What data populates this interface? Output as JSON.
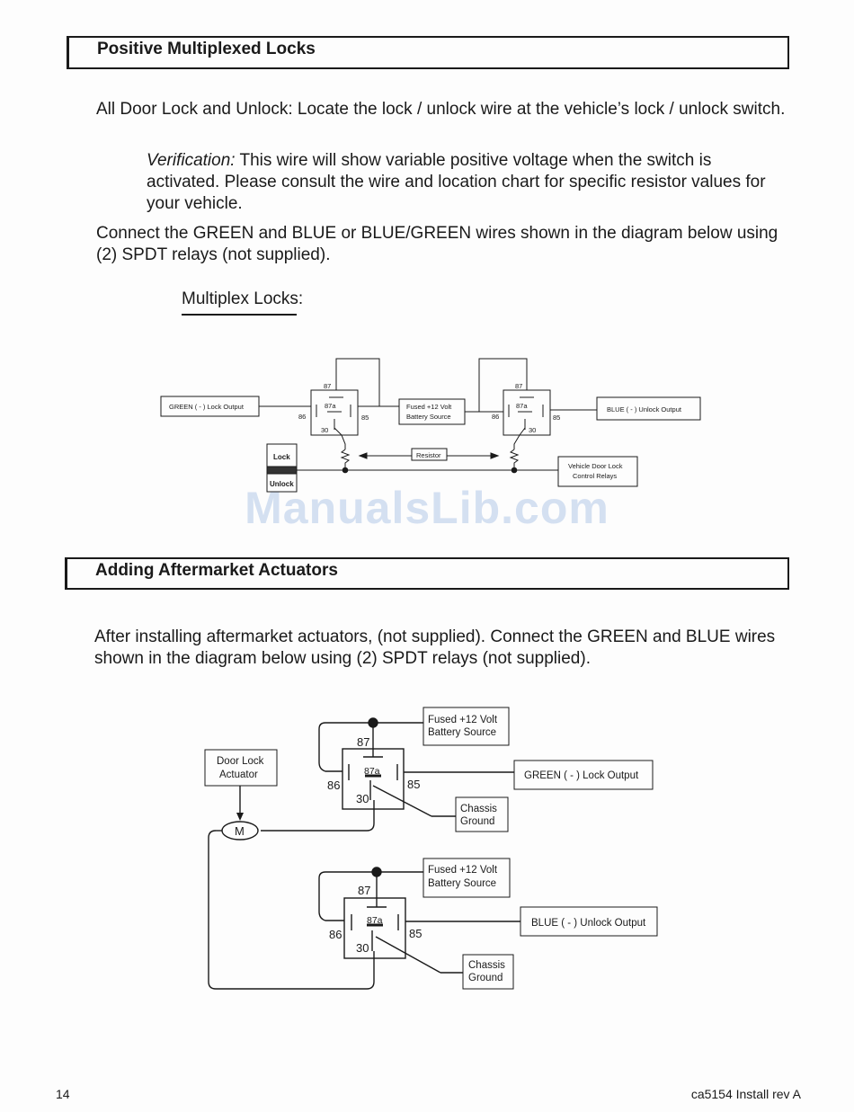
{
  "sections": {
    "section1": {
      "title": "Positive Multiplexed Locks"
    },
    "section2": {
      "title": "Adding Aftermarket Actuators"
    }
  },
  "body": {
    "p1": "All Door Lock and Unlock: Locate the lock / unlock wire at the vehicle’s lock / unlock switch.",
    "verification_label": "Verification:",
    "verification_text": " This wire will show variable positive voltage when the switch is activated.  Please consult the wire and location chart for specific resistor values for your vehicle.",
    "p2": "Connect the GREEN and BLUE or BLUE/GREEN wires shown in the diagram below using (2) SPDT relays (not supplied).",
    "multiplex_heading": "Multiplex Locks:",
    "p3": "After installing aftermarket actuators, (not supplied).  Connect the GREEN and BLUE wires shown in the diagram below using (2) SPDT relays (not supplied)."
  },
  "diagram1": {
    "green_output": "GREEN ( - ) Lock Output",
    "fused_source_line1": "Fused +12 Volt",
    "fused_source_line2": "Battery Source",
    "blue_output": "BLUE ( - ) Unlock Output",
    "resistor": "Resistor",
    "lock": "Lock",
    "unlock": "Unlock",
    "vehicle_relays_line1": "Vehicle Door Lock",
    "vehicle_relays_line2": "Control Relays",
    "pin_87": "87",
    "pin_87a": "87a",
    "pin_86": "86",
    "pin_85": "85",
    "pin_30": "30"
  },
  "diagram2": {
    "fused_source_line1": "Fused +12 Volt",
    "fused_source_line2": "Battery Source",
    "green_output": "GREEN ( - ) Lock Output",
    "blue_output": "BLUE ( - ) Unlock Output",
    "chassis_line1": "Chassis",
    "chassis_line2": "Ground",
    "actuator_line1": "Door Lock",
    "actuator_line2": "Actuator",
    "motor": "M",
    "pin_87": "87",
    "pin_87a": "87a",
    "pin_86": "86",
    "pin_85": "85",
    "pin_30": "30"
  },
  "watermark": "ManualsLib.com",
  "footer": {
    "page_number": "14",
    "doc_id": "ca5154 Install rev A"
  }
}
